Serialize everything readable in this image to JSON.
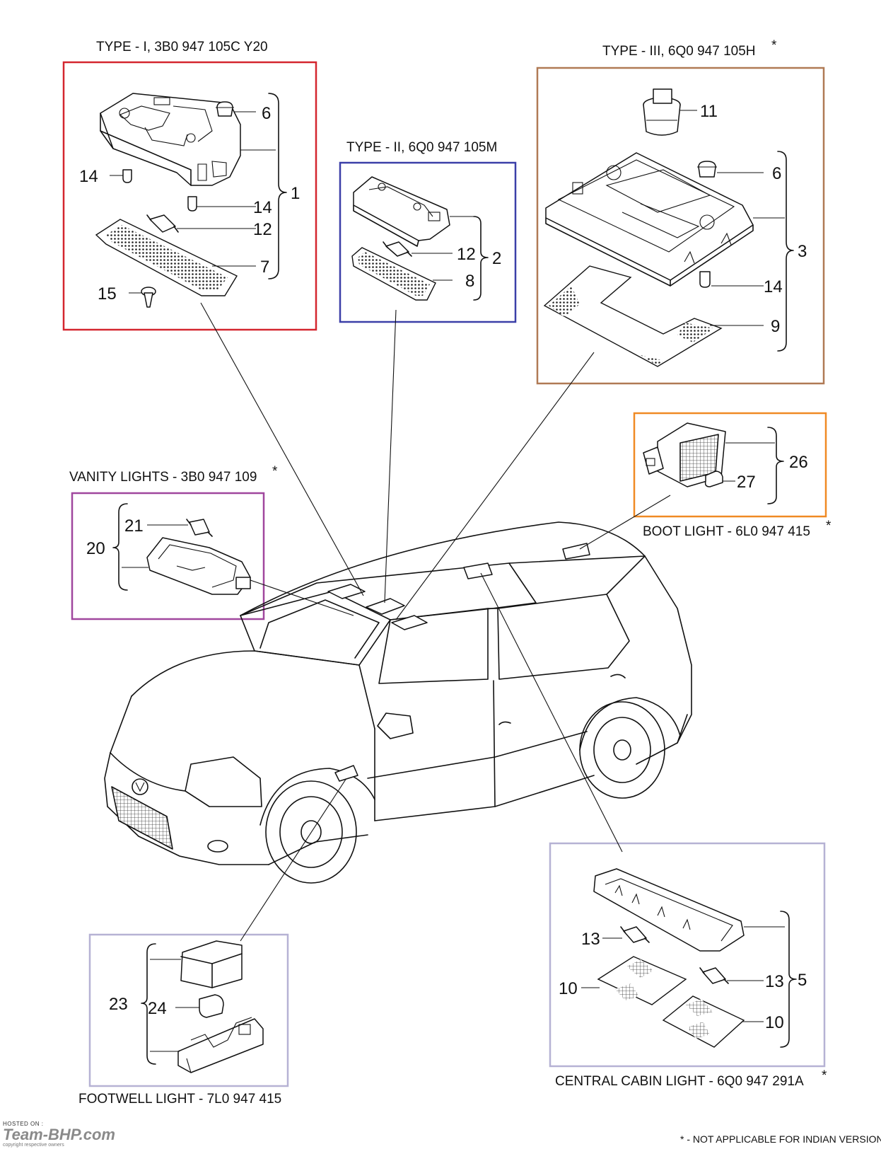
{
  "colors": {
    "type1_box": "#d4262f",
    "type2_box": "#3b3fa8",
    "type3_box": "#b07a55",
    "boot_box": "#f08a24",
    "vanity_box": "#a0479e",
    "footwell_box": "#b6b2d4",
    "central_box": "#b6b2d4",
    "line": "#111111"
  },
  "groups": {
    "type1": {
      "title": "TYPE - I, 3B0 947 105C Y20",
      "numbers": [
        "6",
        "14",
        "14",
        "12",
        "7",
        "15",
        "1"
      ]
    },
    "type2": {
      "title": "TYPE - II, 6Q0 947 105M",
      "numbers": [
        "12",
        "8",
        "2"
      ]
    },
    "type3": {
      "title": "TYPE - III, 6Q0 947 105H",
      "asterisk": "*",
      "numbers": [
        "11",
        "6",
        "14",
        "9",
        "3"
      ]
    },
    "vanity": {
      "title": "VANITY LIGHTS - 3B0 947 109",
      "asterisk": "*",
      "numbers": [
        "21",
        "20"
      ]
    },
    "boot": {
      "title": "BOOT LIGHT - 6L0 947 415",
      "asterisk": "*",
      "numbers": [
        "26",
        "27"
      ]
    },
    "footwell": {
      "title": "FOOTWELL LIGHT - 7L0 947 415",
      "numbers": [
        "23",
        "24"
      ]
    },
    "central": {
      "title": "CENTRAL CABIN LIGHT - 6Q0 947 291A",
      "asterisk": "*",
      "numbers": [
        "13",
        "13",
        "10",
        "10",
        "5"
      ]
    }
  },
  "footnote": "* - NOT APPLICABLE FOR INDIAN VERSION",
  "logo": {
    "hosted_on": "HOSTED ON :",
    "brand_prefix": "Team-",
    "brand_name": "BHP.com",
    "copyright": "copyright respective owners"
  }
}
